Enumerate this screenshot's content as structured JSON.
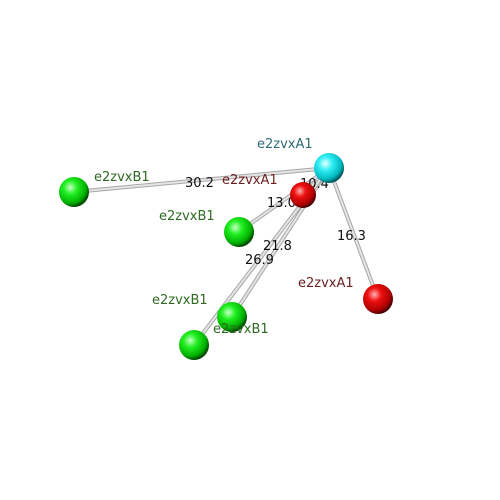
{
  "colors": {
    "background": "#ffffff",
    "bond_light": "#e4e4e4",
    "bond_dark": "#a8a8a8",
    "label_teal": "#2e6b73",
    "label_red": "#6b2020",
    "label_green": "#2f6a22",
    "label_distance": "#111111",
    "atom_cyan": "#00e5ee",
    "atom_red": "#e00000",
    "atom_green": "#12e012"
  },
  "atoms": [
    {
      "id": "c",
      "label": "e2zvxA1",
      "kind": "cyan",
      "label_color": "label_teal"
    },
    {
      "id": "r1",
      "label": "e2zvxA1",
      "kind": "red",
      "label_color": "label_red"
    },
    {
      "id": "r2",
      "label": "e2zvxA1",
      "kind": "red",
      "label_color": "label_red"
    },
    {
      "id": "g1",
      "label": "e2zvxB1",
      "kind": "green",
      "label_color": "label_green"
    },
    {
      "id": "g2",
      "label": "e2zvxB1",
      "kind": "green",
      "label_color": "label_green"
    },
    {
      "id": "g3",
      "label": "e2zvxB1",
      "kind": "green",
      "label_color": "label_green"
    },
    {
      "id": "g4",
      "label": "e2zvxB1",
      "kind": "green",
      "label_color": "label_green"
    }
  ],
  "distances": [
    {
      "from": "c",
      "to": "g1",
      "value": "30.2"
    },
    {
      "from": "c",
      "to": "r1",
      "value": "10.4"
    },
    {
      "from": "c",
      "to": "g2",
      "value": "13.0"
    },
    {
      "from": "c",
      "to": "g3",
      "value": "21.8"
    },
    {
      "from": "c",
      "to": "g4",
      "value": "26.9"
    },
    {
      "from": "c",
      "to": "r2",
      "value": "16.3"
    }
  ]
}
